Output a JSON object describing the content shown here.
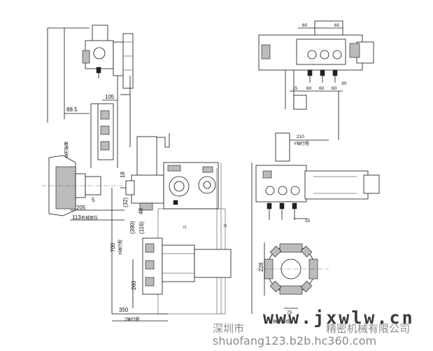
{
  "dimensions": {
    "d88_5": "88.5",
    "d105": "105",
    "d18": "18",
    "d5": "5",
    "d205": "205",
    "d113": "113",
    "d32": "(32)",
    "d40": "40",
    "d390": "(390)",
    "d116": "(116)",
    "d700": "700",
    "d260": "260",
    "d350": "350",
    "d60a": "60",
    "d60b": "60",
    "d60c": "60",
    "d60d": "60",
    "d60e": "60",
    "d30": "30",
    "d15a": "15",
    "d210": "210",
    "d15b": "15",
    "d228": "228",
    "d75": "75"
  },
  "labels": {
    "spindle_end_face": "主轴前端面",
    "machine_origin": "机械原位",
    "x_travel": "X轴行程",
    "z_travel": "Z轴行程",
    "y_travel": "Y轴行程",
    "spindle_center": "主轴中心线",
    "axis_y": "Y"
  },
  "watermark": {
    "url": "www.jxwlw.cn",
    "company": "深圳市",
    "company_tail": "精密机械有限公司",
    "url2": "shuofang123.b2b.hc360.com"
  }
}
